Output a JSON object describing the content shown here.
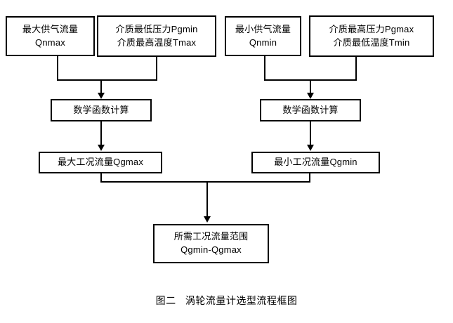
{
  "figure": {
    "caption": "图二   涡轮流量计选型流程框图",
    "background_color": "#ffffff",
    "line_color": "#000000"
  },
  "nodes": {
    "qnmax": {
      "line1": "最大供气流量",
      "line2": "Qnmax"
    },
    "pgmin_tmax": {
      "line1": "介质最低压力Pgmin",
      "line2": "介质最高温度Tmax"
    },
    "qnmin": {
      "line1": "最小供气流量",
      "line2": "Qnmin"
    },
    "pgmax_tmin": {
      "line1": "介质最高压力Pgmax",
      "line2": "介质最低温度Tmin"
    },
    "calc_left": {
      "line1": "数学函数计算"
    },
    "calc_right": {
      "line1": "数学函数计算"
    },
    "qgmax": {
      "line1": "最大工况流量Qgmax"
    },
    "qgmin": {
      "line1": "最小工况流量Qgmin"
    },
    "range": {
      "line1": "所需工况流量范围",
      "line2": "Qgmin-Qgmax"
    }
  }
}
